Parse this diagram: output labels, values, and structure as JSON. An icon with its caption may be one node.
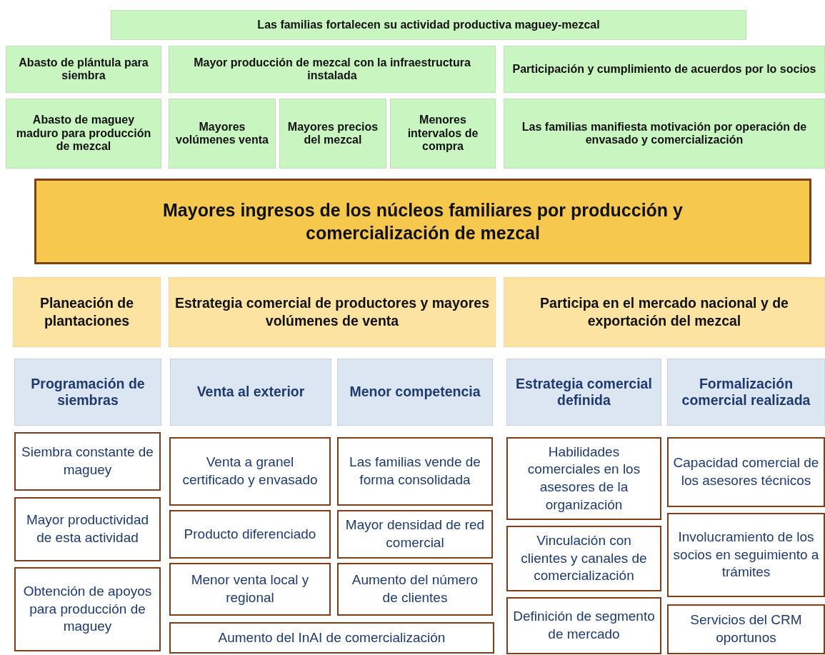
{
  "diagram": {
    "nodes": [
      {
        "text": [
          "Las familias fortalecen su actividad productiva maguey-mezcal"
        ]
      },
      {
        "text": [
          "Abasto de plántula para siembra"
        ]
      },
      {
        "text": [
          "Mayor producción de mezcal con la infraestructura instalada"
        ]
      },
      {
        "text": [
          "Participación y cumplimiento de acuerdos por lo socios"
        ]
      },
      {
        "text": [
          "Abasto de maguey maduro para producción de mezcal"
        ]
      },
      {
        "text": [
          "Mayores volúmenes venta"
        ]
      },
      {
        "text": [
          "Mayores precios del mezcal"
        ]
      },
      {
        "text": [
          "Menores intervalos de compra"
        ]
      },
      {
        "text": [
          "Las familias manifiesta motivación por operación de envasado y comercialización"
        ]
      },
      {
        "text": [
          "Mayores ingresos de los núcleos familiares por producción y comercialización de mezcal"
        ]
      },
      {
        "text": [
          "Planeación de plantaciones"
        ]
      },
      {
        "text": [
          "Estrategia comercial de productores y mayores volúmenes de venta"
        ]
      },
      {
        "text": [
          "Participa en el mercado nacional y de exportación del mezcal"
        ]
      },
      {
        "text": [
          "Programación de siembras"
        ]
      },
      {
        "text": [
          "Venta al exterior"
        ]
      },
      {
        "text": [
          "Menor competencia"
        ]
      },
      {
        "text": [
          "Estrategia comercial definida"
        ]
      },
      {
        "text": [
          "Formalización comercial realizada"
        ]
      },
      {
        "text": [
          "Siembra constante de maguey"
        ]
      },
      {
        "text": [
          "Mayor productividad de esta actividad"
        ]
      },
      {
        "text": [
          "Obtención de apoyos para producción de maguey"
        ]
      },
      {
        "text": [
          "Venta a granel certificado y envasado"
        ]
      },
      {
        "text": [
          "Producto diferenciado"
        ]
      },
      {
        "text": [
          "Menor venta local y regional"
        ]
      },
      {
        "text": [
          "Aumento del InAI de comercialización"
        ]
      },
      {
        "text": [
          "Las familias vende de forma consolidada"
        ]
      },
      {
        "text": [
          "Mayor densidad de red comercial"
        ]
      },
      {
        "text": [
          "Aumento del número de clientes"
        ]
      },
      {
        "text": [
          "Habilidades comerciales en los asesores de la organización"
        ]
      },
      {
        "text": [
          "Vinculación con clientes y canales de comercialización"
        ]
      },
      {
        "text": [
          "Definición de segmento de mercado"
        ]
      },
      {
        "text": [
          "Capacidad comercial de los asesores técnicos"
        ]
      },
      {
        "text": [
          "Involucramiento de los socios en seguimiento a trámites"
        ]
      },
      {
        "text": [
          "Servicios del CRM oportunos"
        ]
      }
    ]
  }
}
